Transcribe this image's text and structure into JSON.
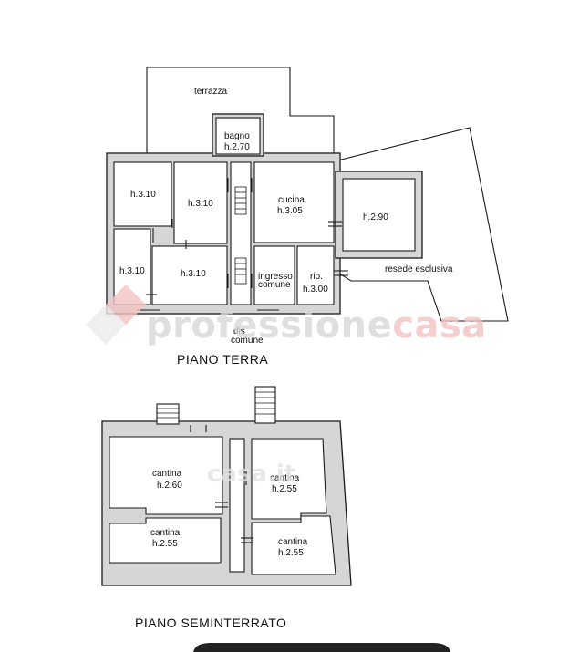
{
  "ground_floor": {
    "title": "PIANO TERRA",
    "terrace": "terrazza",
    "bath_name": "bagno",
    "bath_height": "h.2.70",
    "room_nw_height": "h.3.10",
    "room_n_height": "h.3.10",
    "room_w_height": "h.3.10",
    "room_s_height": "h.3.10",
    "kitchen_name": "cucina",
    "kitchen_height": "h.3.05",
    "room_e_height": "h.2.90",
    "entrance_name_1": "ingresso",
    "entrance_name_2": "comune",
    "storage_name": "rip.",
    "storage_height": "h.3.00",
    "yard": "resede esclusiva",
    "corridor_1": "dis",
    "corridor_2": "comune"
  },
  "basement": {
    "title": "PIANO SEMINTERRATO",
    "cellar_nw_name": "cantina",
    "cellar_nw_height": "h.2.60",
    "cellar_sw_name": "cantina",
    "cellar_sw_height": "h.2.55",
    "cellar_ne_name": "cantina",
    "cellar_ne_height": "h.2.55",
    "cellar_se_name": "cantina",
    "cellar_se_height": "h.2.55"
  },
  "watermark": {
    "brand_part1": "professione",
    "brand_part2": "casa",
    "brand_color_1": "#d8d8d8",
    "brand_color_2": "#f3c3c3",
    "logo_icon": "diamond-logo-icon",
    "secondary": "casa.it"
  }
}
